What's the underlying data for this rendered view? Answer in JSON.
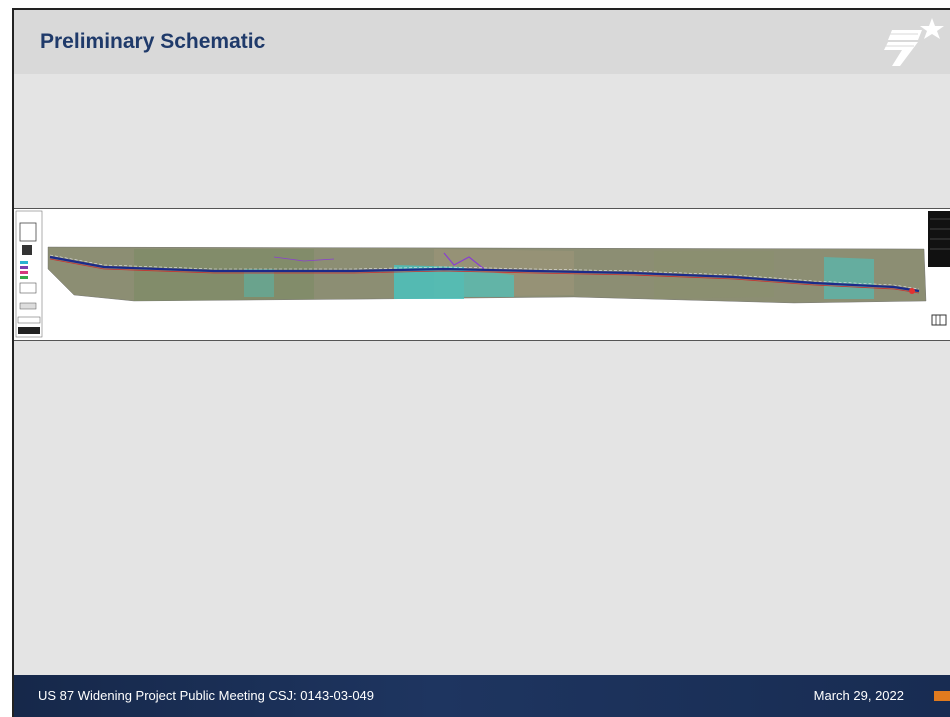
{
  "slide": {
    "title": "Preliminary Schematic",
    "footer_left": "US 87 Widening Project Public Meeting CSJ: 0143-03-049",
    "footer_right": "March 29, 2022"
  },
  "logo": {
    "icon": "txdot-star-flag-icon"
  },
  "schematic": {
    "icon": "corridor-aerial-schematic-image"
  },
  "colors": {
    "title": "#1f3a6a",
    "footer_bg": "#1e3560",
    "slide_bg": "#e4e4e4",
    "accent_tab": "#e07b1f"
  }
}
